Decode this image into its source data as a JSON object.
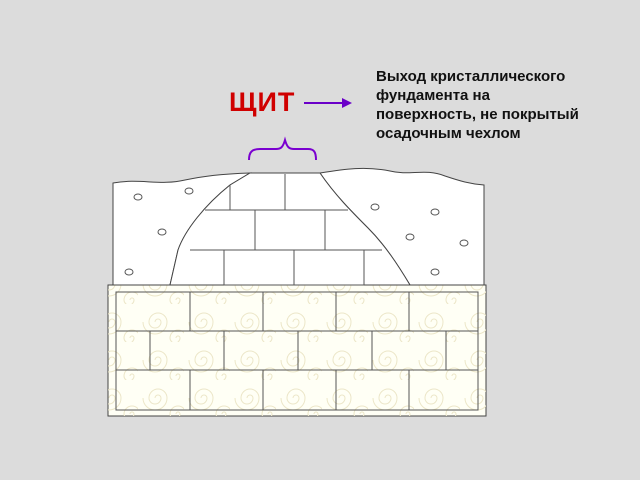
{
  "label": "ЩИТ",
  "caption": {
    "lines": [
      "Выход кристаллического",
      "фундамента на",
      "поверхность, не покрытый",
      "осадочным чехлом"
    ]
  },
  "colors": {
    "background": "#dcdcdc",
    "label": "#d00000",
    "arrow": "#6a00c8",
    "brace": "#7a00d0",
    "sediment": "#ffffff",
    "foundation": "#fffff5",
    "lines": "#444444"
  }
}
